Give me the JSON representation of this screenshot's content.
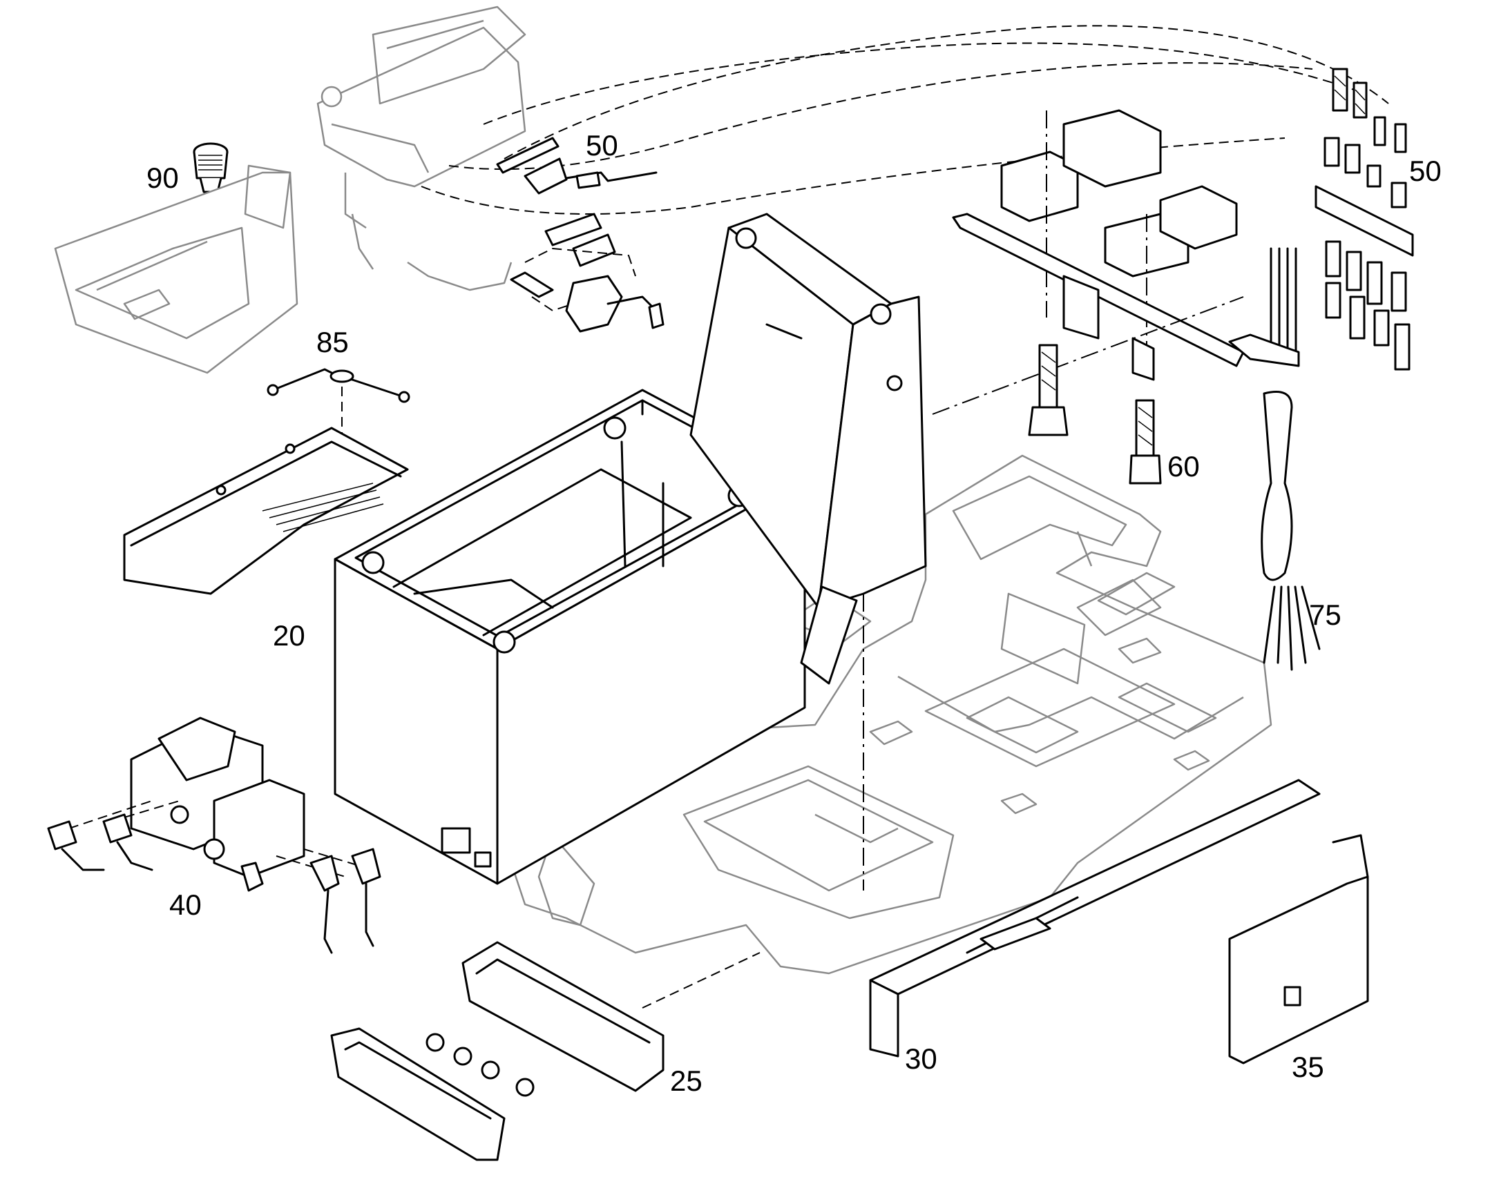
{
  "callouts": {
    "c90": "90",
    "c50_left": "50",
    "c50_right": "50",
    "c85": "85",
    "c60": "60",
    "c75": "75",
    "c20": "20",
    "c40": "40",
    "c25": "25",
    "c30": "30",
    "c35": "35"
  }
}
